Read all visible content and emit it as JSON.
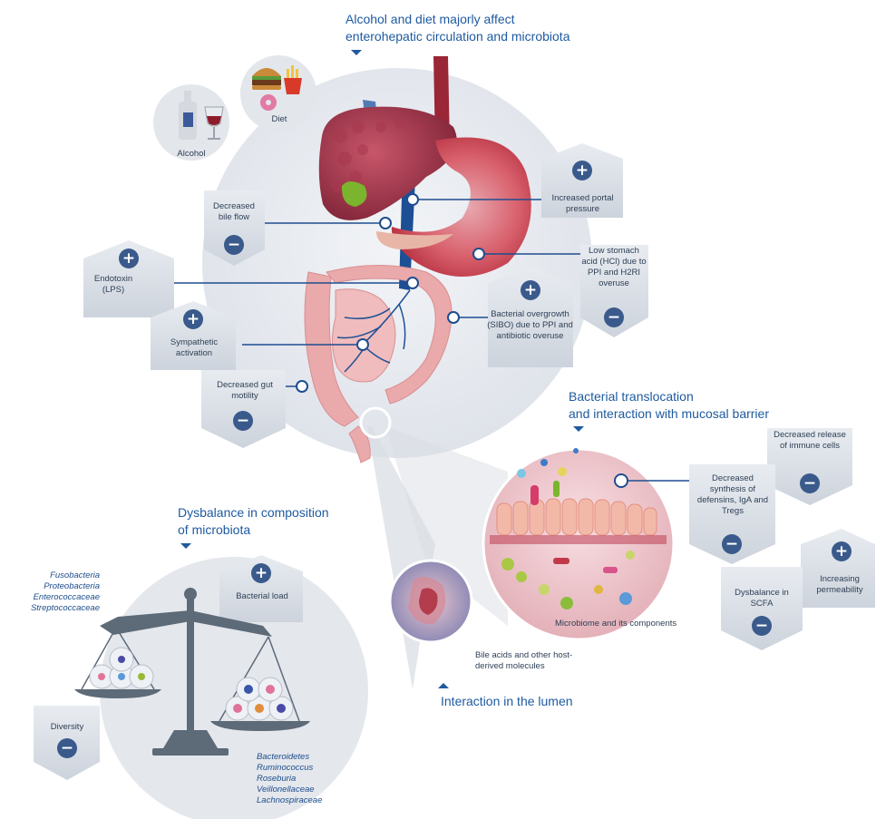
{
  "titles": {
    "top_line1": "Alcohol and diet majorly affect",
    "top_line2": "enterohepatic circulation and microbiota",
    "translocation_line1": "Bacterial translocation",
    "translocation_line2": "and interaction with mucosal barrier",
    "dysbalance_line1": "Dysbalance in composition",
    "dysbalance_line2": "of microbiota",
    "lumen": "Interaction in the lumen"
  },
  "factors": {
    "alcohol": "Alcohol",
    "diet": "Diet"
  },
  "signs": {
    "plus": "+",
    "minus": "−"
  },
  "labels": {
    "decreased_bile_flow": "Decreased bile flow",
    "increased_portal_pressure": "Increased portal pressure",
    "low_stomach_acid": "Low stomach acid (HCl) due to PPI and H2RI overuse",
    "endotoxin": "Endotoxin (LPS)",
    "bacterial_overgrowth": "Bacterial overgrowth (SIBO) due to PPI and antibiotic overuse",
    "sympathetic_activation": "Sympathetic activation",
    "decreased_gut_motility": "Decreased gut motility",
    "decreased_release": "Decreased release of immune cells",
    "decreased_synthesis": "Decreased synthesis of defensins, IgA and Tregs",
    "increasing_permeability": "Increasing permeability",
    "dysbalance_scfa": "Dysbalance in SCFA",
    "microbiome_components": "Microbiome and its components",
    "bile_acids": "Bile acids and other host-derived molecules",
    "bacterial_load": "Bacterial load",
    "diversity": "Diversity"
  },
  "bacteria_increased": [
    "Fusobacteria",
    "Proteobacteria",
    "Enterococcaceae",
    "Streptococcaceae"
  ],
  "bacteria_decreased": [
    "Bacteroidetes",
    "Ruminococcus",
    "Roseburia",
    "Veillonellaceae",
    "Lachnospiraceae"
  ],
  "colors": {
    "title_blue": "#1f5aa0",
    "line_blue": "#1e4d8f",
    "hex_fill": "#dde2ea",
    "circle_bg": "#e9ecf1"
  }
}
